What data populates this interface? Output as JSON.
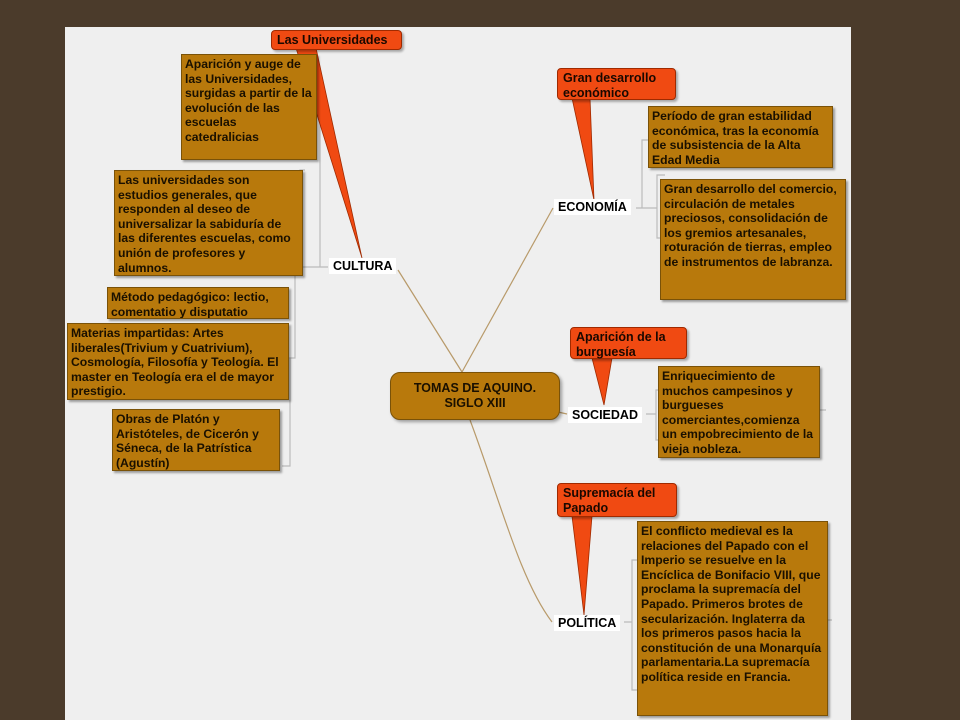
{
  "center": {
    "line1": "TOMAS DE AQUINO.",
    "line2": "SIGLO XIII"
  },
  "branches": {
    "cultura": "CULTURA",
    "economia": "ECONOMÍA",
    "sociedad": "SOCIEDAD",
    "politica": "POLÍTICA"
  },
  "callouts": {
    "universidades": "Las Universidades",
    "economico": "Gran desarrollo económico",
    "burguesia": "Aparición de la burguesía",
    "papado": "Supremacía del Papado"
  },
  "cultura_notes": [
    "Aparición y auge de las Universidades, surgidas a partir de la evolución de las escuelas catedralicias",
    "Las universidades son estudios generales, que responden al deseo de universalizar la sabiduría de las diferentes escuelas, como unión de profesores y alumnos.",
    "Método pedagógico: lectio, comentatio y disputatio",
    "Materias impartidas: Artes liberales(Trivium y Cuatrivium), Cosmología, Filosofía y Teología. El master en Teología era el de mayor prestigio.",
    "Obras de Platón y Aristóteles, de Cicerón y Séneca, de la Patrística (Agustín)"
  ],
  "economia_notes": [
    "Período de gran estabilidad económica, tras la economía de subsistencia de la Alta Edad Media",
    "Gran desarrollo del comercio, circulación de metales preciosos, consolidación de los gremios artesanales, roturación de tierras, empleo de instrumentos de labranza."
  ],
  "sociedad_notes": [
    "Enriquecimiento de muchos campesinos y burgueses comerciantes,comienza un empobrecimiento de la vieja nobleza."
  ],
  "politica_notes": [
    "El conflicto medieval es la relaciones del Papado con el Imperio se resuelve en la Encíclica de Bonifacio VIII, que proclama la supremacía del Papado. Primeros brotes de secularización. Inglaterra da los primeros pasos hacia la constitución de una Monarquía parlamentaria.La supremacía política reside en Francia."
  ],
  "colors": {
    "background": "#4b3b2b",
    "canvas": "#efefef",
    "note_fill": "#b8790c",
    "callout_fill": "#f04a12",
    "connector": "#b89a6a"
  }
}
